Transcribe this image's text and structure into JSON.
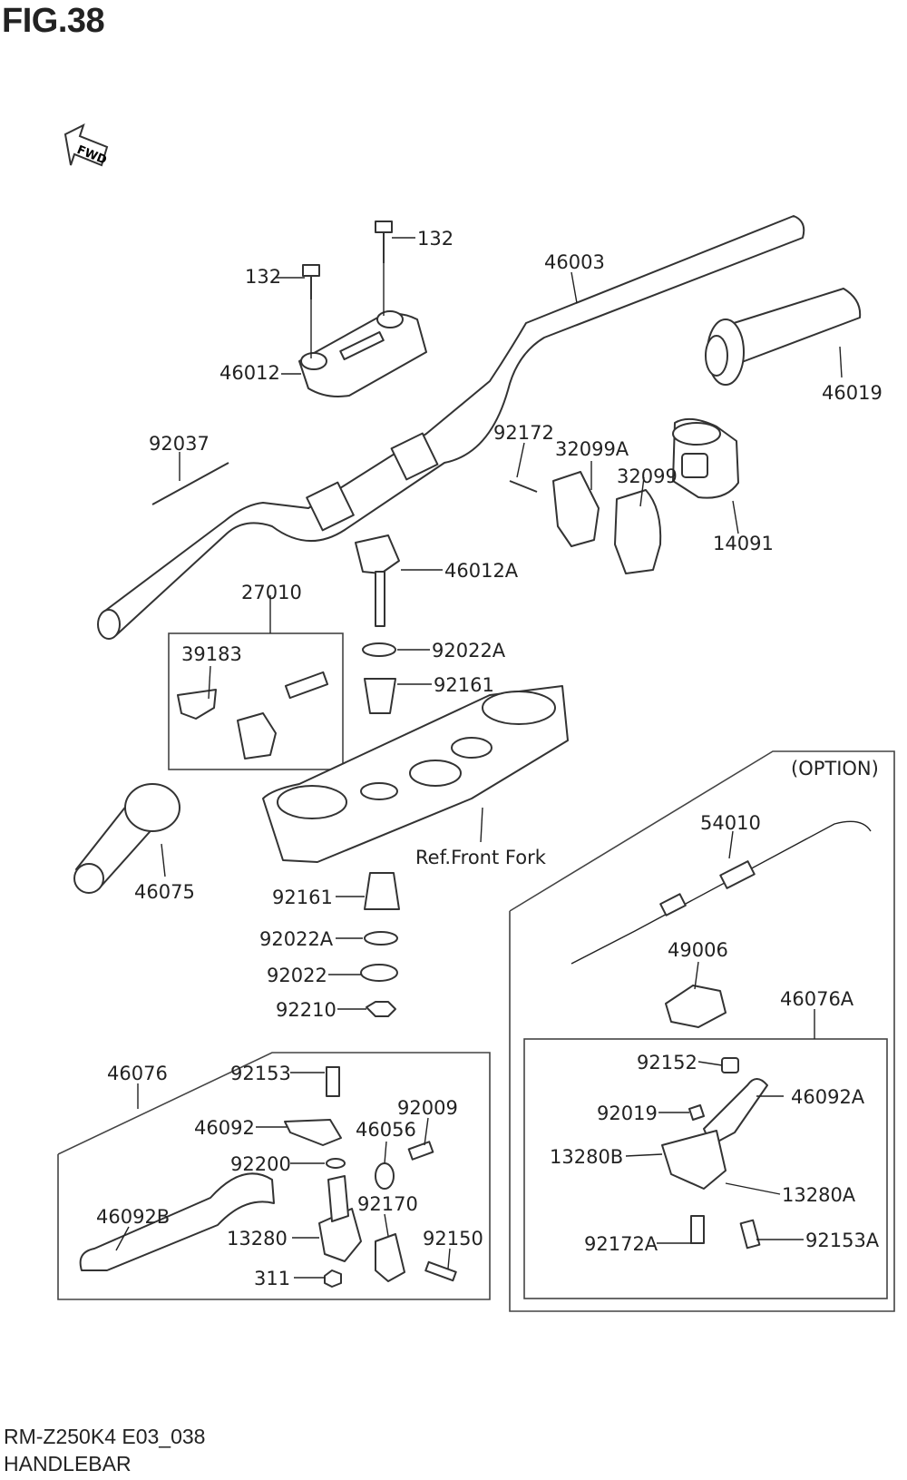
{
  "figure": {
    "title": "FIG.38",
    "model_code": "RM-Z250K4 E03_038",
    "section_name": "HANDLEBAR",
    "fwd_arrow": "FWD",
    "option_label": "(OPTION)",
    "ref_label": "Ref.Front Fork"
  },
  "callouts": {
    "c132a": "132",
    "c132b": "132",
    "c46003": "46003",
    "c46012": "46012",
    "c46019": "46019",
    "c92037": "92037",
    "c92172": "92172",
    "c32099A": "32099A",
    "c32099": "32099",
    "c14091": "14091",
    "c46012A": "46012A",
    "c27010": "27010",
    "c92022A_top": "92022A",
    "c39183": "39183",
    "c92161_top": "92161",
    "c46075": "46075",
    "c54010": "54010",
    "c92161_bot": "92161",
    "c92022A_bot": "92022A",
    "c92022": "92022",
    "c92210": "92210",
    "c49006": "49006",
    "c46076A": "46076A",
    "c46076": "46076",
    "c92153": "92153",
    "c92009": "92009",
    "c46092": "46092",
    "c46056": "46056",
    "c92200": "92200",
    "c92170": "92170",
    "c46092B": "46092B",
    "c13280": "13280",
    "c92150": "92150",
    "c311": "311",
    "c92152": "92152",
    "c46092A": "46092A",
    "c92019": "92019",
    "c13280B": "13280B",
    "c13280A": "13280A",
    "c92172A": "92172A",
    "c92153A": "92153A"
  }
}
